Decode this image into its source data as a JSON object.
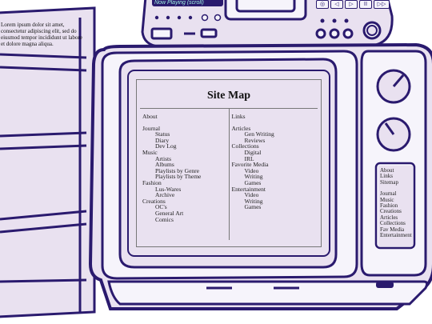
{
  "vcr": {
    "now_playing": "Now Playing (scroll)",
    "controls": [
      "◎",
      "◁",
      "▷",
      "II",
      "▷▷"
    ]
  },
  "left_panel": {
    "text": "Lorem ipsum dolor sit amet, consectetur adipiscing elit, sed do eiusmod tempor incididunt ut labore et dolore magna aliqua."
  },
  "sitemap": {
    "title": "Site Map",
    "left_column": {
      "about": "About",
      "groups": [
        {
          "label": "Journal",
          "items": [
            "Status",
            "Diary",
            "Dev Log"
          ]
        },
        {
          "label": "Music",
          "items": [
            "Artists",
            "Albums",
            "Playlists by Genre",
            "Playlists by Theme"
          ]
        },
        {
          "label": "Fashion",
          "items": [
            "Lus-Wares",
            "Archive"
          ]
        },
        {
          "label": "Creations",
          "items": [
            "OC's",
            "General Art",
            "Comics"
          ]
        }
      ]
    },
    "right_column": {
      "links": "Links",
      "groups": [
        {
          "label": "Articles",
          "items": [
            "Gen Writing",
            "Reviews"
          ]
        },
        {
          "label": "Collections",
          "items": [
            "Digital",
            "IRL"
          ]
        },
        {
          "label": "Favorite Media",
          "items": [
            "Video",
            "Writing",
            "Games"
          ]
        },
        {
          "label": "Entertainment",
          "items": [
            "Video",
            "Writing",
            "Games"
          ]
        }
      ]
    }
  },
  "side_nav": {
    "top": [
      "About",
      "Links",
      "Sitemap"
    ],
    "sections": [
      "Journal",
      "Music",
      "Fashion",
      "Creations",
      "Articles",
      "Collections",
      "Fav Media",
      "Entertainment"
    ]
  },
  "colors": {
    "outline": "#2a1a6e",
    "tv_fill": "#e9e1f0",
    "screen_fill": "#e9e1f0"
  }
}
